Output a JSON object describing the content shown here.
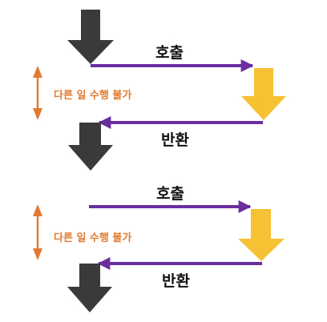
{
  "labels": {
    "call": "호출",
    "return": "반환",
    "blocked": "다른 일 수행 불가"
  },
  "colors": {
    "caller": "#3a3a3c",
    "callee": "#f6c133",
    "flow": "#6a2f9e",
    "blocked": "#e07a30"
  }
}
